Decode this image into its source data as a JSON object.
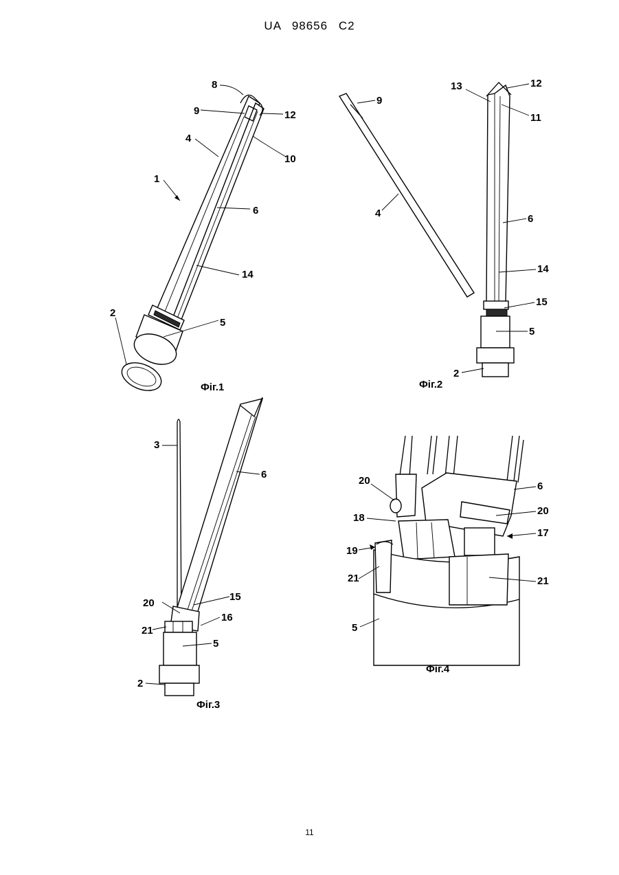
{
  "header": {
    "patent_id": "UA   98656   C2"
  },
  "page_number": "11",
  "figures": [
    {
      "caption": "Фіг.1",
      "labels": [
        "8",
        "9",
        "12",
        "4",
        "10",
        "1",
        "6",
        "14",
        "2",
        "5"
      ]
    },
    {
      "caption": "Фіг.2",
      "labels": [
        "13",
        "12",
        "9",
        "11",
        "4",
        "6",
        "14",
        "15",
        "5",
        "2"
      ]
    },
    {
      "caption": "Фіг.3",
      "labels": [
        "3",
        "6",
        "20",
        "15",
        "16",
        "21",
        "5",
        "2"
      ]
    },
    {
      "caption": "Фіг.4",
      "labels": [
        "20",
        "6",
        "18",
        "20",
        "17",
        "19",
        "21",
        "21",
        "5"
      ]
    }
  ]
}
